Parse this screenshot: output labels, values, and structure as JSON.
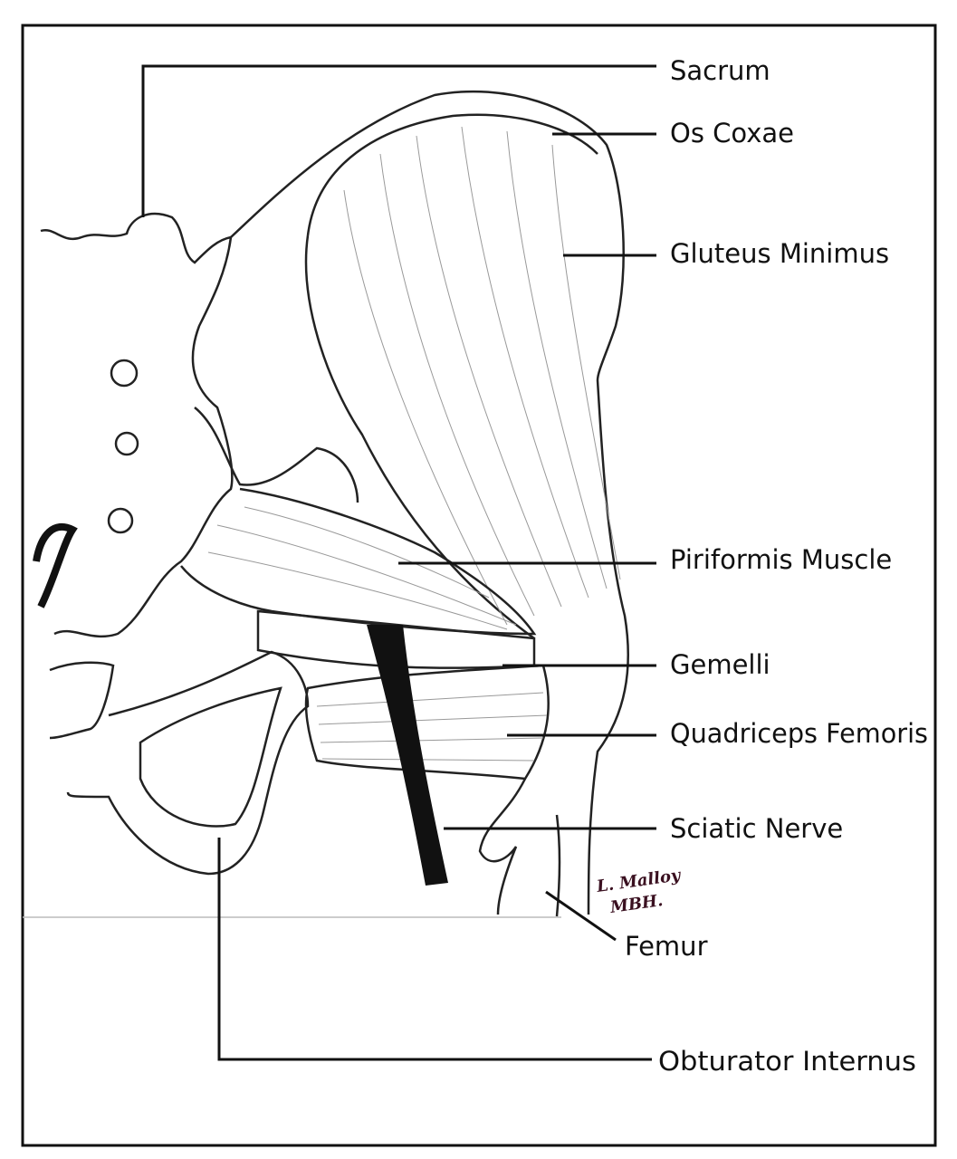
{
  "title": "Posterior hip anatomy",
  "labels": {
    "sacrum": "Sacrum",
    "os_coxae": "Os Coxae",
    "gluteus_minimus": "Gluteus Minimus",
    "piriformis": "Piriformis Muscle",
    "gemelli": "Gemelli",
    "quadriceps": "Quadriceps Femoris",
    "sciatic": "Sciatic Nerve",
    "femur": "Femur",
    "obturator": "Obturator Internus"
  },
  "signature": {
    "line1": "L. Malloy",
    "line2": "MBH."
  }
}
